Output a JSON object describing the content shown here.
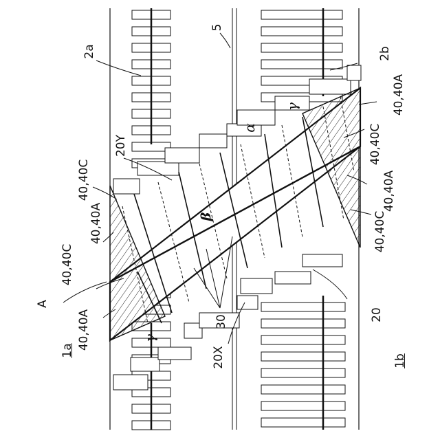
{
  "labels": {
    "fig_a": "1a",
    "fig_b": "1b",
    "point_a": "A",
    "ref_2a": "2a",
    "ref_2b": "2b",
    "ref_5": "5",
    "ref_20": "20",
    "ref_20x": "20X",
    "ref_20y": "20Y",
    "ref_30": "30",
    "ref_40_40a_1": "40,40A",
    "ref_40_40c_1": "40,40C",
    "ref_40_40a_2": "40,40A",
    "ref_40_40c_2": "40,40C",
    "ref_40_40a_3": "40,40A",
    "ref_40_40c_3": "40,40C",
    "ref_40_40a_4": "40,40A",
    "ref_40_40c_4": "40,40C",
    "alpha": "α",
    "beta": "β",
    "gamma_1": "γ",
    "gamma_2": "γ"
  }
}
